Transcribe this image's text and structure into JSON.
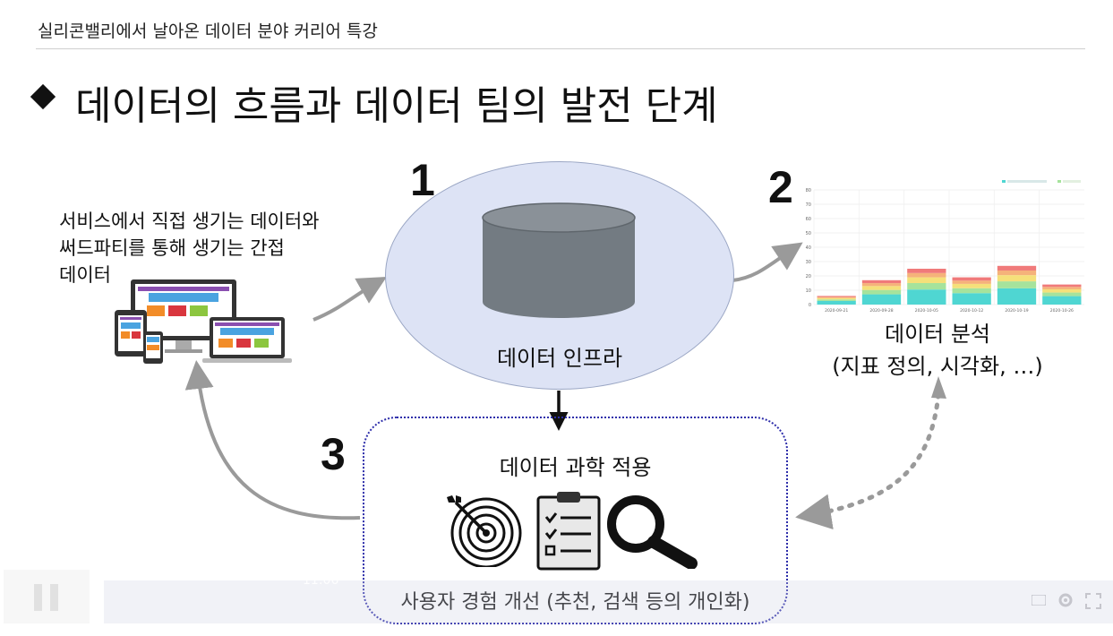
{
  "header": {
    "title": "실리콘밸리에서 날아온 데이터 분야 커리어 특강"
  },
  "slide": {
    "title": "데이터의 흐름과 데이터 팀의 발전 단계"
  },
  "steps": {
    "one": "1",
    "two": "2",
    "three": "3"
  },
  "source": {
    "lines": [
      "서비스에서 직접 생기는 데이터와",
      "써드파티를 통해 생기는 간접",
      "데이터"
    ]
  },
  "infra": {
    "label": "데이터 인프라"
  },
  "analysis": {
    "line1": "데이터 분석",
    "line2": "(지표 정의, 시각화, …)"
  },
  "data_science": {
    "title": "데이터 과학 적용",
    "caption": "사용자 경험 개선 (추천, 검색 등의 개인화)",
    "icons": [
      "target-icon",
      "checklist-icon",
      "magnifier-icon"
    ]
  },
  "thumbnail_chart": {
    "ylim": [
      0,
      80
    ],
    "yticks": [
      "0",
      "10",
      "20",
      "30",
      "40",
      "50",
      "60",
      "70",
      "80"
    ],
    "categories": [
      "2020-09-21",
      "2020-09-28",
      "2020-10-05",
      "2020-10-12",
      "2020-10-19",
      "2020-10-26"
    ],
    "totals": [
      6,
      17,
      25,
      19,
      27,
      14
    ]
  },
  "player": {
    "time_tooltip": "11:06"
  },
  "colors": {
    "ellipse_fill": "#dde3f5",
    "cylinder": "#737b82",
    "arrow_gray": "#9a9a9a",
    "dotted_border": "#2e2eaa",
    "chart_teal": "#4fd6d2",
    "chart_yellow": "#f5e07a",
    "chart_red": "#f07a7a",
    "chart_green": "#a6e39c",
    "chart_orange": "#f5b27a"
  }
}
